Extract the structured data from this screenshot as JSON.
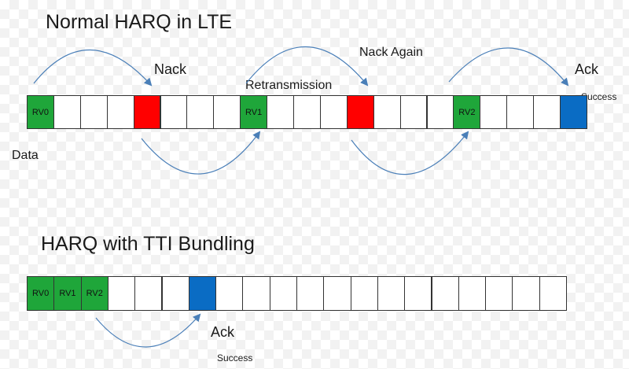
{
  "colors": {
    "green": "#1fa63a",
    "red": "#ff0000",
    "blue": "#0a6cc4",
    "arrow": "#4a7fb8"
  },
  "section1": {
    "title": "Normal HARQ in LTE",
    "cells": [
      {
        "label": "RV0",
        "color": "green"
      },
      {
        "label": "",
        "color": "white"
      },
      {
        "label": "",
        "color": "white"
      },
      {
        "label": "",
        "color": "white"
      },
      {
        "label": "",
        "color": "red"
      },
      {
        "label": "",
        "color": "white"
      },
      {
        "label": "",
        "color": "white"
      },
      {
        "label": "",
        "color": "white"
      },
      {
        "label": "RV1",
        "color": "green"
      },
      {
        "label": "",
        "color": "white"
      },
      {
        "label": "",
        "color": "white"
      },
      {
        "label": "",
        "color": "white"
      },
      {
        "label": "",
        "color": "red"
      },
      {
        "label": "",
        "color": "white"
      },
      {
        "label": "",
        "color": "white"
      },
      {
        "label": "",
        "color": "white"
      },
      {
        "label": "RV2",
        "color": "green"
      },
      {
        "label": "",
        "color": "white"
      },
      {
        "label": "",
        "color": "white"
      },
      {
        "label": "",
        "color": "white"
      },
      {
        "label": "",
        "color": "blue"
      }
    ],
    "labels": {
      "data": "Data",
      "nack": "Nack",
      "retransmission": "Retransmission",
      "nack_again": "Nack Again",
      "ack": "Ack",
      "success": "Success"
    }
  },
  "section2": {
    "title": "HARQ with TTI Bundling",
    "cells": [
      {
        "label": "RV0",
        "color": "green"
      },
      {
        "label": "RV1",
        "color": "green"
      },
      {
        "label": "RV2",
        "color": "green"
      },
      {
        "label": "",
        "color": "white"
      },
      {
        "label": "",
        "color": "white"
      },
      {
        "label": "",
        "color": "white"
      },
      {
        "label": "",
        "color": "blue"
      },
      {
        "label": "",
        "color": "white"
      },
      {
        "label": "",
        "color": "white"
      },
      {
        "label": "",
        "color": "white"
      },
      {
        "label": "",
        "color": "white"
      },
      {
        "label": "",
        "color": "white"
      },
      {
        "label": "",
        "color": "white"
      },
      {
        "label": "",
        "color": "white"
      },
      {
        "label": "",
        "color": "white"
      },
      {
        "label": "",
        "color": "white"
      },
      {
        "label": "",
        "color": "white"
      },
      {
        "label": "",
        "color": "white"
      },
      {
        "label": "",
        "color": "white"
      },
      {
        "label": "",
        "color": "white"
      }
    ],
    "labels": {
      "ack": "Ack",
      "success": "Success"
    }
  }
}
